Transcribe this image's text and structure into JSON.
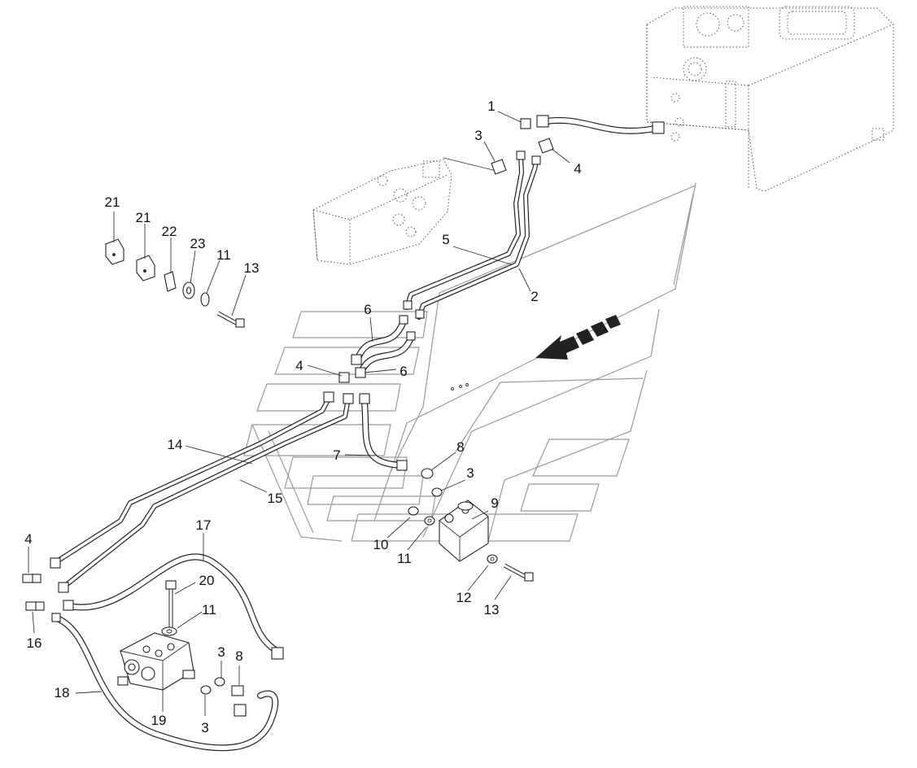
{
  "diagram": {
    "callouts": [
      {
        "id": "c1",
        "label": "1"
      },
      {
        "id": "c2",
        "label": "2"
      },
      {
        "id": "c3a",
        "label": "3"
      },
      {
        "id": "c3b",
        "label": "3"
      },
      {
        "id": "c3c",
        "label": "3"
      },
      {
        "id": "c3d",
        "label": "3"
      },
      {
        "id": "c4a",
        "label": "4"
      },
      {
        "id": "c4b",
        "label": "4"
      },
      {
        "id": "c4c",
        "label": "4"
      },
      {
        "id": "c5",
        "label": "5"
      },
      {
        "id": "c6a",
        "label": "6"
      },
      {
        "id": "c6b",
        "label": "6"
      },
      {
        "id": "c7",
        "label": "7"
      },
      {
        "id": "c8a",
        "label": "8"
      },
      {
        "id": "c8b",
        "label": "8"
      },
      {
        "id": "c9",
        "label": "9"
      },
      {
        "id": "c10",
        "label": "10"
      },
      {
        "id": "c11a",
        "label": "11"
      },
      {
        "id": "c11b",
        "label": "11"
      },
      {
        "id": "c11c",
        "label": "11"
      },
      {
        "id": "c12",
        "label": "12"
      },
      {
        "id": "c13a",
        "label": "13"
      },
      {
        "id": "c13b",
        "label": "13"
      },
      {
        "id": "c14",
        "label": "14"
      },
      {
        "id": "c15",
        "label": "15"
      },
      {
        "id": "c16",
        "label": "16"
      },
      {
        "id": "c17",
        "label": "17"
      },
      {
        "id": "c18",
        "label": "18"
      },
      {
        "id": "c19",
        "label": "19"
      },
      {
        "id": "c20",
        "label": "20"
      },
      {
        "id": "c21a",
        "label": "21"
      },
      {
        "id": "c21b",
        "label": "21"
      },
      {
        "id": "c22",
        "label": "22"
      },
      {
        "id": "c23",
        "label": "23"
      }
    ]
  }
}
